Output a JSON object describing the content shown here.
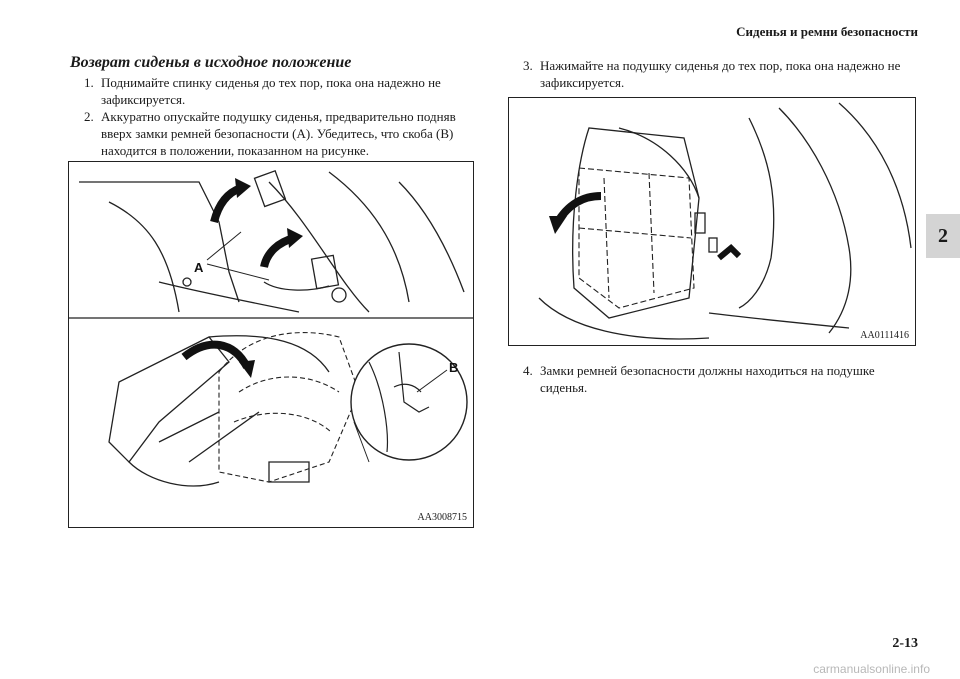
{
  "header": {
    "title": "Сиденья и ремни безопасности"
  },
  "tab": {
    "label": "2"
  },
  "section": {
    "heading": "Возврат сиденья в исходное положение"
  },
  "steps": [
    {
      "num": "1.",
      "text": "Поднимайте спинку сиденья до тех пор, пока она надежно не зафиксируется."
    },
    {
      "num": "2.",
      "text": "Аккуратно опускайте подушку сиденья, предварительно подняв вверх замки ремней безопасности (A). Убедитесь, что скоба (B) находится в положении, показанном на рисунке."
    },
    {
      "num": "3.",
      "text": "Нажимайте на подушку сиденья до тех пор, пока она надежно не зафиксируется."
    },
    {
      "num": "4.",
      "text": "Замки ремней безопасности должны находиться на подушке сиденья."
    }
  ],
  "figures": [
    {
      "code": "AA3008715",
      "label_a": "A",
      "label_b": "B"
    },
    {
      "code": "AA0111416"
    }
  ],
  "page_number": "2-13",
  "watermark": "carmanualsonline.info"
}
